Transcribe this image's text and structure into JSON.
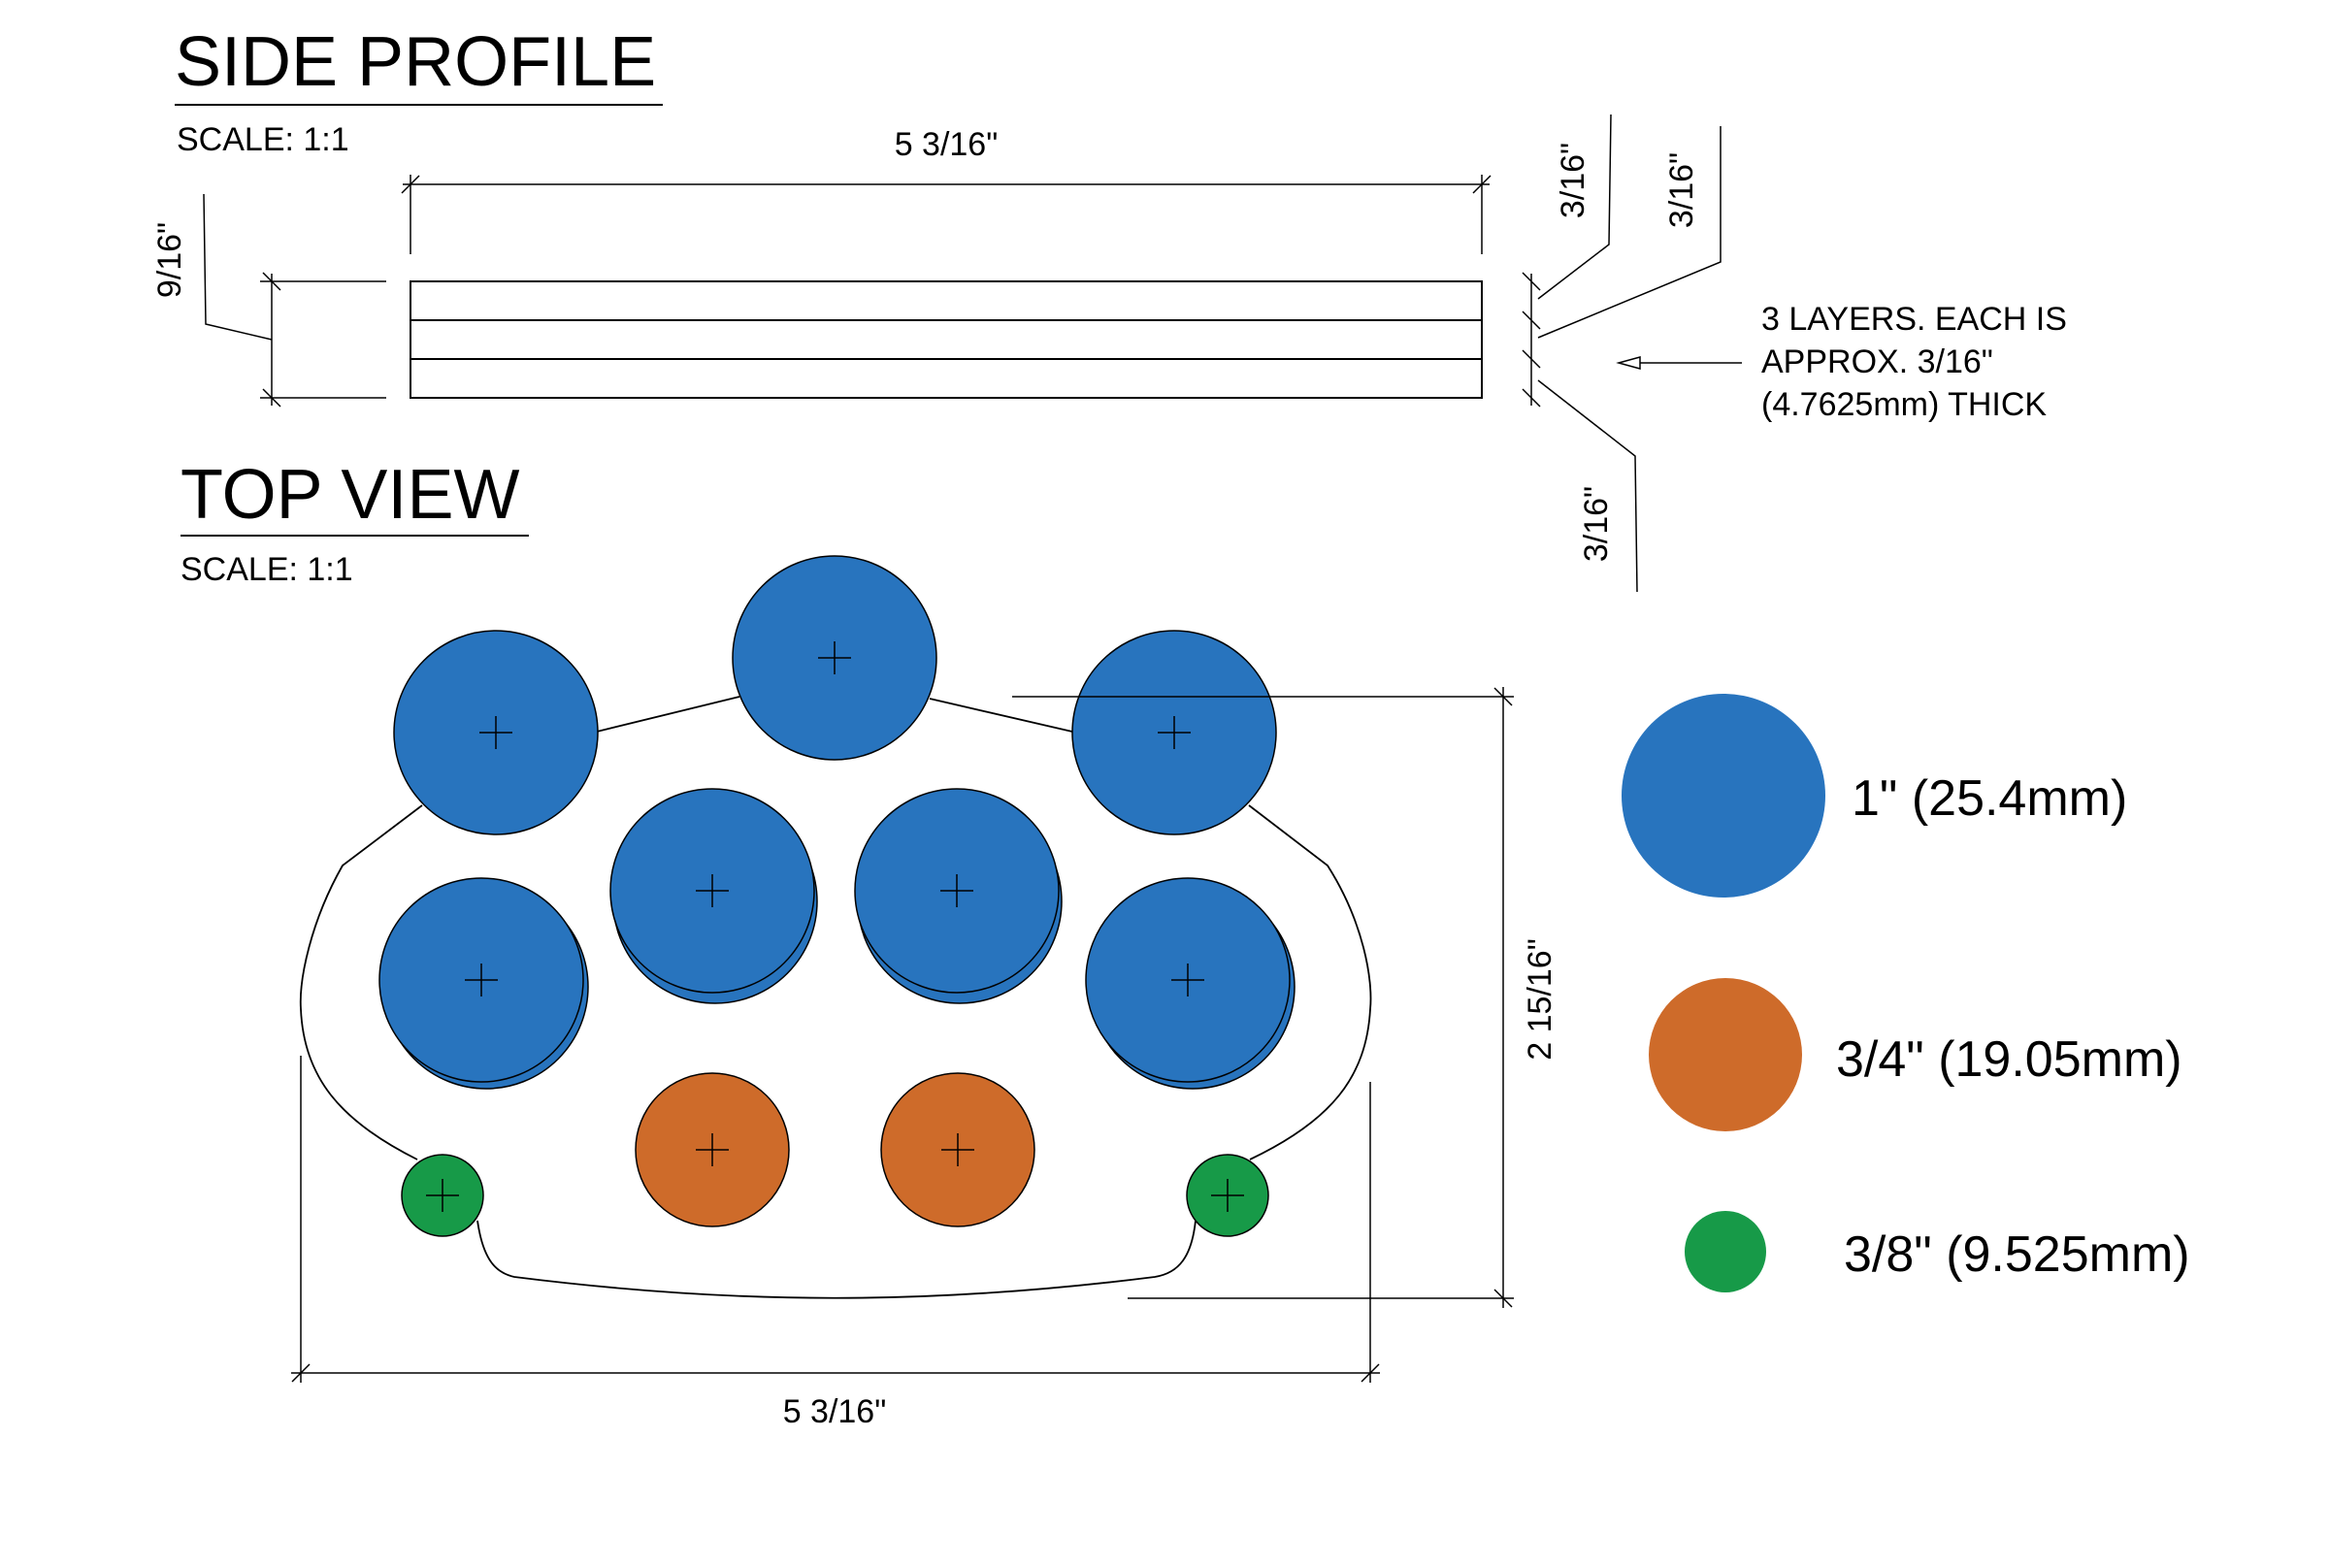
{
  "side_profile": {
    "title": "SIDE PROFILE",
    "scale": "SCALE: 1:1",
    "width_dim": "5 3/16\"",
    "height_dim": "9/16\"",
    "layer_dim_1": "3/16\"",
    "layer_dim_2": "3/16\"",
    "layer_dim_3": "3/16\"",
    "note_lines": [
      "3 LAYERS. EACH IS",
      "APPROX. 3/16\"",
      "(4.7625mm) THICK"
    ]
  },
  "top_view": {
    "title": "TOP VIEW",
    "scale": "SCALE: 1:1",
    "height_dim": "2 15/16\"",
    "width_dim": "5 3/16\""
  },
  "legend": [
    {
      "label": "1\" (25.4mm)",
      "color": "#2874BE"
    },
    {
      "label": "3/4\" (19.05mm)",
      "color": "#CE6B2A"
    },
    {
      "label": "3/8\" (9.525mm)",
      "color": "#179A48"
    }
  ],
  "colors": {
    "large_hole": "#2874BE",
    "medium_hole": "#CE6B2A",
    "small_hole": "#179A48"
  }
}
